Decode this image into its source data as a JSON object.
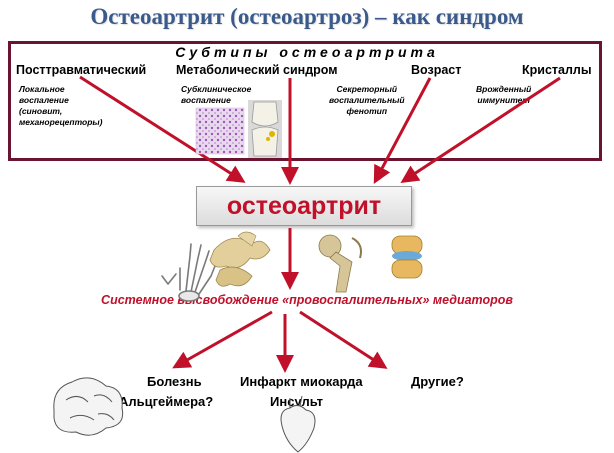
{
  "title": "Остеоартрит (остеоартроз) – как синдром",
  "subtypes_heading": "Субтипы   остеоартрита",
  "categories": {
    "posttraumatic": "Посттравматический",
    "metabolic": "Метаболический синдром",
    "age": "Возраст",
    "crystals": "Кристаллы"
  },
  "descriptions": {
    "local": "Локальное\nвоспаление\n(синовит,\nмеханорецепторы)",
    "subclinical": "Субклиническое\nвоспаление",
    "secretory": "Секреторный\nвоспалительный\nфенотип",
    "innate": "Врожденный\nиммунитет"
  },
  "central_label": "остеоартрит",
  "mediators_text": "Системное высвобождение «провоспалительных» медиаторов",
  "outcomes": {
    "alzheimer_line1": "Болезнь",
    "alzheimer_line2": "Альцгеймера?",
    "infarct_line1": "Инфаркт миокарда",
    "infarct_line2": "Инсульт",
    "other": "Другие?"
  },
  "colors": {
    "title": "#3a5a8c",
    "frame": "#6b1430",
    "arrow": "#c0102a",
    "central_text": "#c0102a"
  },
  "icons": [
    "histology-icon",
    "knee-joint-icon",
    "hand-skeleton-icon",
    "spine-bones-icon",
    "femur-hip-icon",
    "knee-cartilage-icon",
    "brain-icon",
    "heart-icon"
  ]
}
